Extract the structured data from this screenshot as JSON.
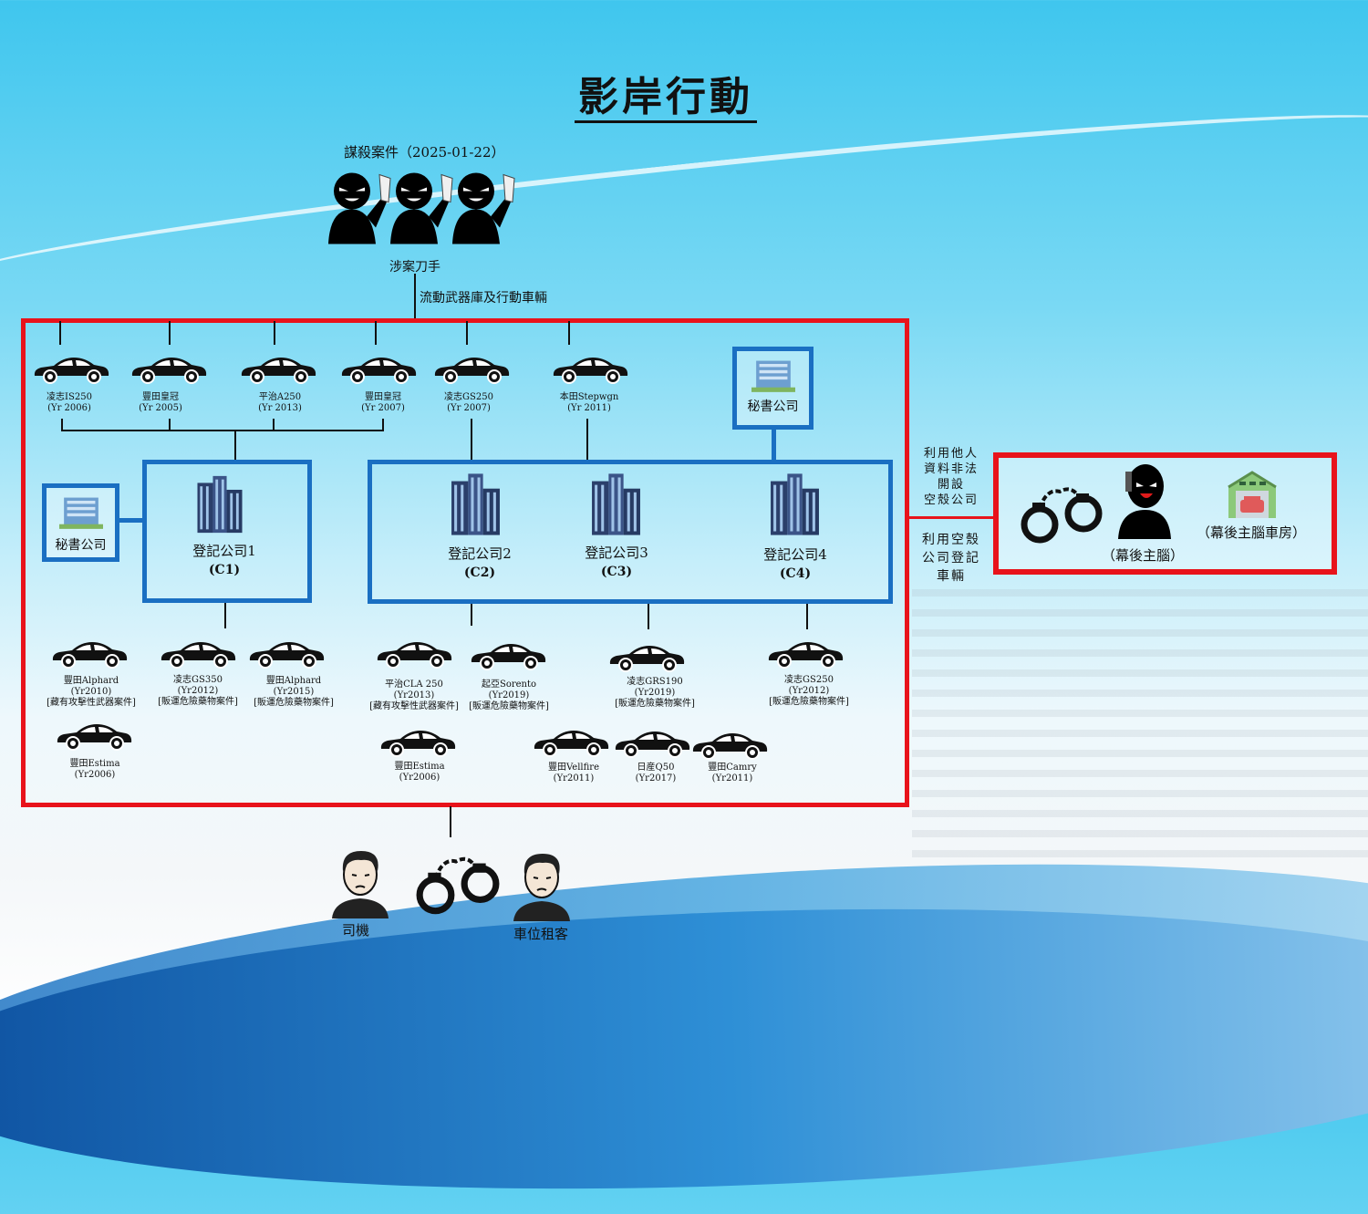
{
  "title": "影岸行動",
  "murder_case": "謀殺案件（2025-01-22）",
  "knife_men_label": "涉案刀手",
  "weapons_vehicles_label": "流動武器庫及行動車輛",
  "top_cars": [
    {
      "model": "凌志IS250",
      "year": "(Yr 2006)"
    },
    {
      "model": "豐田皇冠",
      "year": "(Yr 2005)"
    },
    {
      "model": "平治A250",
      "year": "(Yr 2013)"
    },
    {
      "model": "豐田皇冠",
      "year": "(Yr 2007)"
    },
    {
      "model": "凌志GS250",
      "year": "(Yr 2007)"
    },
    {
      "model": "本田Stepwgn",
      "year": "(Yr 2011)"
    }
  ],
  "secretary_company": "秘書公司",
  "companies": [
    {
      "name": "登記公司1",
      "code": "(C1)"
    },
    {
      "name": "登記公司2",
      "code": "(C2)"
    },
    {
      "name": "登記公司3",
      "code": "(C3)"
    },
    {
      "name": "登記公司4",
      "code": "(C4)"
    }
  ],
  "bottom_cars": [
    {
      "model": "豐田Alphard",
      "year": "(Yr2010)",
      "case": "[藏有攻擊性武器案件]"
    },
    {
      "model": "凌志GS350",
      "year": "(Yr2012)",
      "case": "[販運危險藥物案件]"
    },
    {
      "model": "豐田Alphard",
      "year": "(Yr2015)",
      "case": "[販運危險藥物案件]"
    },
    {
      "model": "平治CLA 250",
      "year": "(Yr2013)",
      "case": "[藏有攻擊性武器案件]"
    },
    {
      "model": "起亞Sorento",
      "year": "(Yr2019)",
      "case": "[販運危險藥物案件]"
    },
    {
      "model": "凌志GRS190",
      "year": "(Yr2019)",
      "case": "[販運危險藥物案件]"
    },
    {
      "model": "凌志GS250",
      "year": "(Yr2012)",
      "case": "[販運危險藥物案件]"
    },
    {
      "model": "豐田Estima",
      "year": "(Yr2006)"
    },
    {
      "model": "豐田Estima",
      "year": "(Yr2006)"
    },
    {
      "model": "豐田Vellfire",
      "year": "(Yr2011)"
    },
    {
      "model": "日産Q50",
      "year": "(Yr2017)"
    },
    {
      "model": "豐田Camry",
      "year": "(Yr2011)"
    }
  ],
  "side_notes": {
    "shell_company": [
      "利用他人",
      "資料非法",
      "開設",
      "空殼公司"
    ],
    "register_vehicles": [
      "利用空殼",
      "公司登記",
      "車輛"
    ]
  },
  "mastermind_label": "（幕後主腦）",
  "mastermind_garage_label": "（幕後主腦車房）",
  "driver_label": "司機",
  "tenant_label": "車位租客",
  "colors": {
    "red_box": "#e8131b",
    "blue_box": "#1a6fc2"
  }
}
